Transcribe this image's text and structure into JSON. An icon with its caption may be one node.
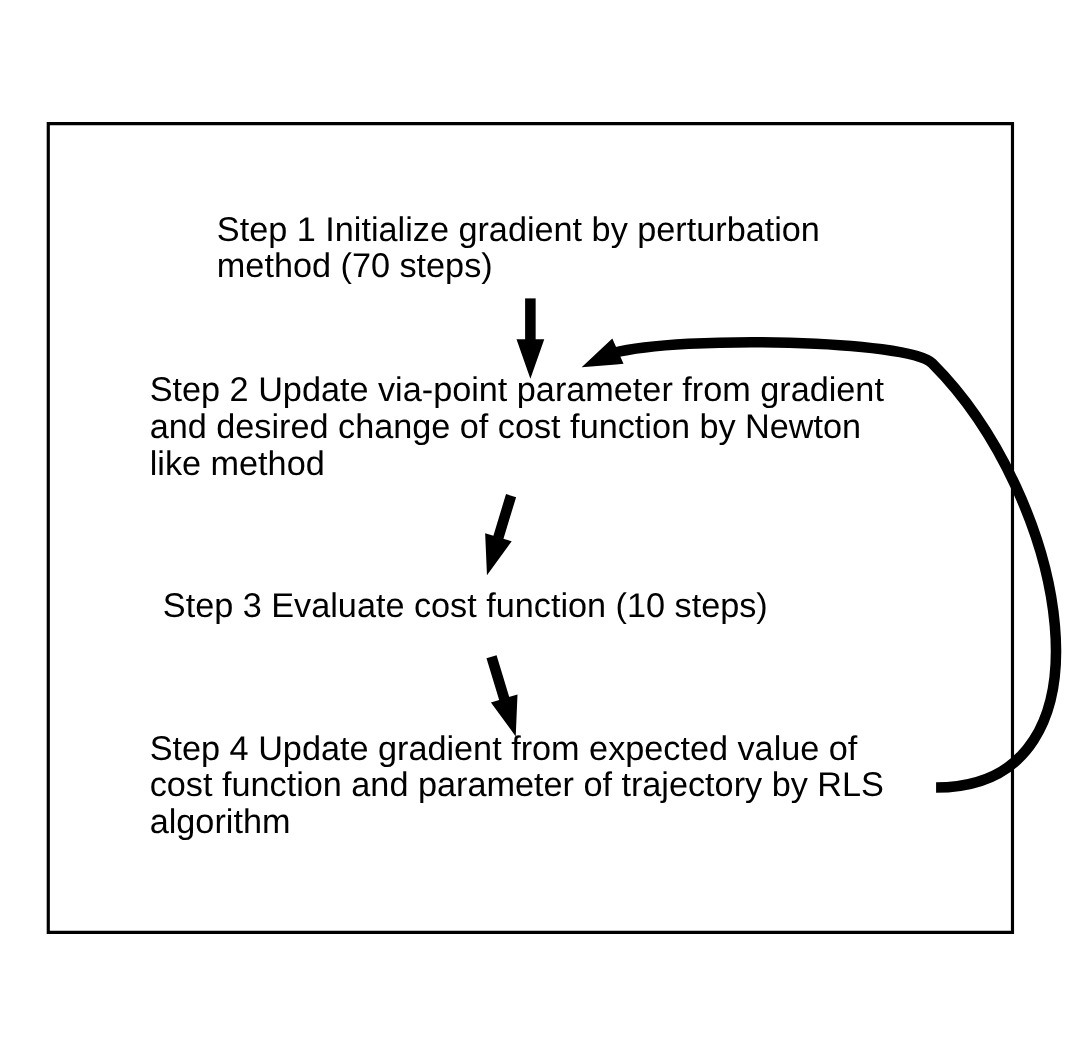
{
  "diagram": {
    "nodes": [
      {
        "text": [],
        "shape": "box"
      },
      {
        "text": [
          "Step 1 Initialize gradient by perturbation method (70 steps)"
        ],
        "in": 0
      },
      {
        "text": [
          "Step 2 Update via-point parameter from gradient and desired change of cost function by Newton like method"
        ],
        "in": 0
      },
      {
        "text": [
          "Step 3 Evaluate cost function (10 steps)"
        ],
        "in": 0
      },
      {
        "text": [
          "Step 4 Update gradient from expected value of cost function and parameter of trajectory by RLS algorithm"
        ],
        "in": 0
      }
    ],
    "edges": [
      {
        "from": 1,
        "to": 2,
        "arrow": "to"
      },
      {
        "from": 2,
        "to": 3,
        "arrow": "to"
      },
      {
        "from": 3,
        "to": 4,
        "arrow": "to"
      },
      {
        "from": 4,
        "to": 2,
        "arrow": "to"
      }
    ]
  }
}
